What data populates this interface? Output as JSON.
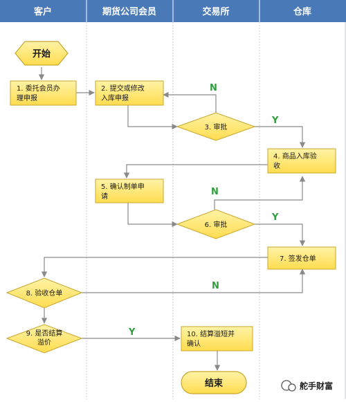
{
  "lanes": [
    "客户",
    "期货公司会员",
    "交易所",
    "仓库"
  ],
  "nodes": {
    "start": "开始",
    "n1": [
      "1. 委托会员办",
      "理申报"
    ],
    "n2": [
      "2. 提交或修改",
      "入库申报"
    ],
    "n3": [
      "3. 审批"
    ],
    "n4": [
      "4. 商品入库验",
      "收"
    ],
    "n5": [
      "5. 确认制单申",
      "请"
    ],
    "n6": [
      "6. 审批"
    ],
    "n7": [
      "7. 签发仓单"
    ],
    "n8": [
      "8. 验收仓单"
    ],
    "n9": [
      "9. 是否结算",
      "溢价"
    ],
    "n10": [
      "10. 结算溢短并",
      "确认"
    ],
    "end": "结束"
  },
  "labels": {
    "yes": "Y",
    "no": "N"
  },
  "watermark": "舵手财富",
  "colors": {
    "header": "#4a79b8",
    "node_fill": "#ffe678",
    "node_stroke": "#c8a52c",
    "divider": "#c9cdd6",
    "edge": "#8a8a8a",
    "yn": "#2e9e3a"
  }
}
